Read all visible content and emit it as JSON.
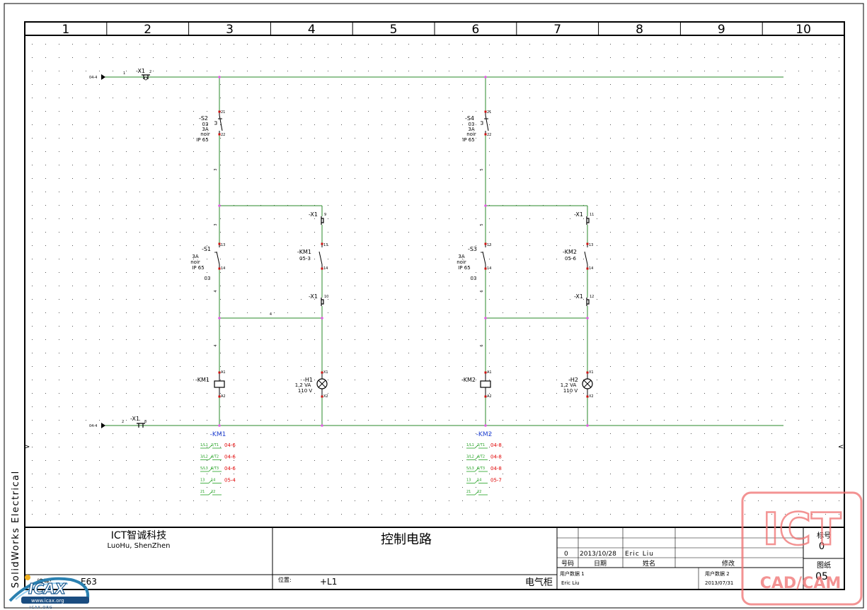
{
  "app": {
    "vertical_label": "SolidWorks Electrical"
  },
  "columns": [
    "1",
    "2",
    "3",
    "4",
    "5",
    "6",
    "7",
    "8",
    "9",
    "10"
  ],
  "colors": {
    "wire": "#2a8a2a",
    "node": "#e060e0",
    "pin": "#d01010",
    "label": "#000000",
    "ref_blue": "#2040d0",
    "ref_red": "#e00000",
    "ref_green": "#20a020"
  },
  "terminals": {
    "top_left_ref": "04-4",
    "bottom_left_ref": "04-4",
    "top_x1": "-X1",
    "top_x1_pin_left": "1",
    "top_x1_pin_right": "2",
    "bottom_x1": "-X1",
    "bottom_x1_pin_left": "2",
    "bottom_x1_pin_right": "8"
  },
  "circuits": [
    {
      "stop": {
        "name": "-S2",
        "l1": "03",
        "l2": "3A",
        "l3": "noir",
        "l4": "IP 65",
        "pin_top": "21",
        "pin_bot": "22"
      },
      "wire_a": "3",
      "wire_b": "3",
      "wire_c": "4",
      "wire_d": "4",
      "wire_e": "4",
      "start": {
        "name": "-S1",
        "l1": "3A",
        "l2": "noir",
        "l3": "IP 65",
        "l4": "03",
        "pin_top": "13",
        "pin_bot": "14"
      },
      "x1_top": {
        "name": "-X1",
        "pin": "9"
      },
      "km_contact": {
        "name": "-KM1",
        "ref": "05-3",
        "pin_top": "13",
        "pin_bot": "14"
      },
      "x1_bot": {
        "name": "-X1",
        "pin": "10"
      },
      "coil": {
        "name": "-KM1",
        "pin_top": "A1",
        "pin_bot": "A2"
      },
      "lamp": {
        "name": "-H1",
        "l1": "1,2 VA",
        "l2": "110 V",
        "pin_top": "X1",
        "pin_bot": "X2"
      },
      "xref": {
        "title": "-KM1",
        "rows": [
          {
            "left": "1/L1",
            "right": "2/T1",
            "ref": "04-6"
          },
          {
            "left": "3/L2",
            "right": "4/T2",
            "ref": "04-6"
          },
          {
            "left": "5/L3",
            "right": "6/T3",
            "ref": "04-6"
          },
          {
            "left": "13",
            "right": "14",
            "ref": "05-4"
          },
          {
            "left": "21",
            "right": "22",
            "ref": ""
          }
        ]
      }
    },
    {
      "stop": {
        "name": "-S4",
        "l1": "03",
        "l2": "3A",
        "l3": "noir",
        "l4": "IP 65",
        "pin_top": "21",
        "pin_bot": "22"
      },
      "wire_a": "5",
      "wire_b": "5",
      "wire_c": "6",
      "wire_d": "6",
      "wire_e": "",
      "start": {
        "name": "-S3",
        "l1": "3A",
        "l2": "noir",
        "l3": "IP 65",
        "l4": "03",
        "pin_top": "13",
        "pin_bot": "14"
      },
      "x1_top": {
        "name": "-X1",
        "pin": "11"
      },
      "km_contact": {
        "name": "-KM2",
        "ref": "05-6",
        "pin_top": "13",
        "pin_bot": "14"
      },
      "x1_bot": {
        "name": "-X1",
        "pin": "12"
      },
      "coil": {
        "name": "-KM2",
        "pin_top": "A1",
        "pin_bot": "A2"
      },
      "lamp": {
        "name": "-H2",
        "l1": "1,2 VA",
        "l2": "110 V",
        "pin_top": "X1",
        "pin_bot": "X2"
      },
      "xref": {
        "title": "-KM2",
        "rows": [
          {
            "left": "1/L1",
            "right": "2/T1",
            "ref": "04-8"
          },
          {
            "left": "3/L2",
            "right": "4/T2",
            "ref": "04-8"
          },
          {
            "left": "5/L3",
            "right": "6/T3",
            "ref": "04-8"
          },
          {
            "left": "13",
            "right": "14",
            "ref": "05-7"
          },
          {
            "left": "21",
            "right": "22",
            "ref": ""
          }
        ]
      }
    }
  ],
  "title_block": {
    "company": "ICT智诚科技",
    "company_sub": "LuoHu, ShenZhen",
    "drawing_title": "控制电路",
    "code_label": "编号:",
    "code_value": "E63",
    "location_label": "位置:",
    "location_value": "+L1",
    "cabinet": "电气柜",
    "rev": "0",
    "rev_date": "2013/10/28",
    "rev_name": "Eric Liu",
    "hdr_no": "号码",
    "hdr_date": "日期",
    "hdr_name": "姓名",
    "hdr_mod": "修改",
    "user1_label": "用户数据 1",
    "user1_value": "Eric Liu",
    "user2_label": "用户数据 2",
    "user2_value": "2013/07/31",
    "sheet_no_label": "标号",
    "sheet_no_value": "0",
    "drawing_label": "图纸",
    "drawing_value": "05"
  },
  "watermark": {
    "top": "ICT",
    "bottom": "CAD/CAM"
  },
  "logo": {
    "text": "ICAX",
    "url_text": "www.icax.org",
    "sub": "ICAX.ORG"
  }
}
